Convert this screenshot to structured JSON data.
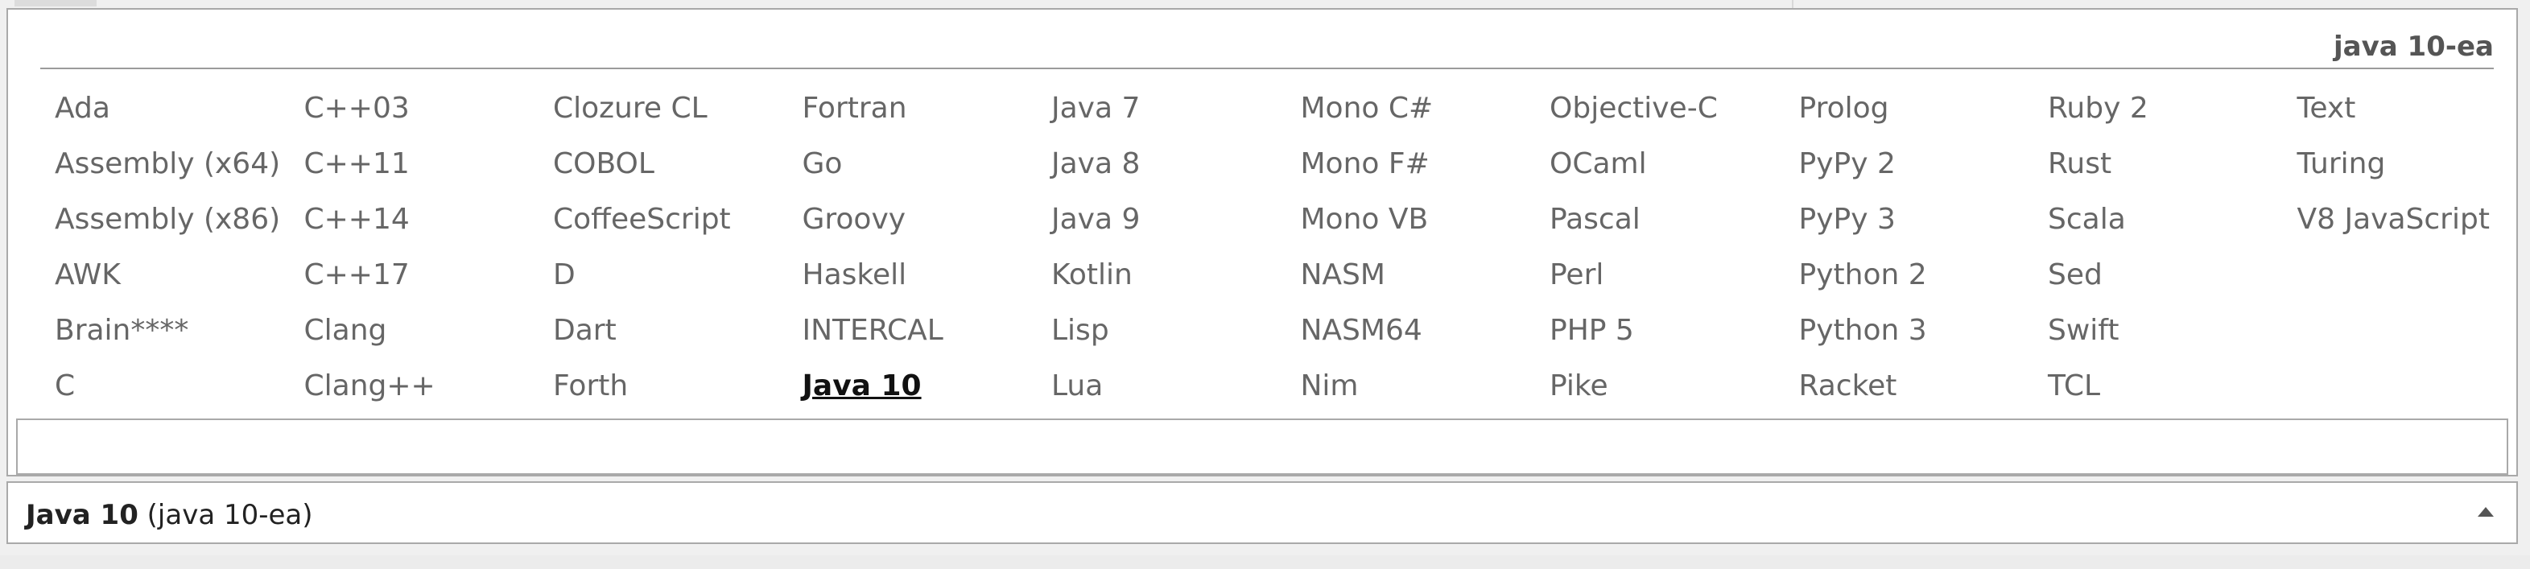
{
  "header": {
    "version_tag": "java 10-ea"
  },
  "languages": [
    [
      "Ada",
      "Assembly (x64)",
      "Assembly (x86)",
      "AWK",
      "Brain****",
      "C"
    ],
    [
      "C++03",
      "C++11",
      "C++14",
      "C++17",
      "Clang",
      "Clang++"
    ],
    [
      "Clozure CL",
      "COBOL",
      "CoffeeScript",
      "D",
      "Dart",
      "Forth"
    ],
    [
      "Fortran",
      "Go",
      "Groovy",
      "Haskell",
      "INTERCAL",
      "Java 10"
    ],
    [
      "Java 7",
      "Java 8",
      "Java 9",
      "Kotlin",
      "Lisp",
      "Lua"
    ],
    [
      "Mono C#",
      "Mono F#",
      "Mono VB",
      "NASM",
      "NASM64",
      "Nim"
    ],
    [
      "Objective-C",
      "OCaml",
      "Pascal",
      "Perl",
      "PHP 5",
      "Pike"
    ],
    [
      "Prolog",
      "PyPy 2",
      "PyPy 3",
      "Python 2",
      "Python 3",
      "Racket"
    ],
    [
      "Ruby 2",
      "Rust",
      "Scala",
      "Sed",
      "Swift",
      "TCL"
    ],
    [
      "Text",
      "Turing",
      "V8 JavaScript",
      "",
      "",
      ""
    ]
  ],
  "selected_language": "Java 10",
  "filter": {
    "value": "",
    "placeholder": ""
  },
  "status": {
    "name": "Java 10",
    "version": "(java 10-ea)"
  },
  "colors": {
    "border": "#a9a9a9",
    "text_muted": "#666666",
    "text_selected": "#111111"
  }
}
